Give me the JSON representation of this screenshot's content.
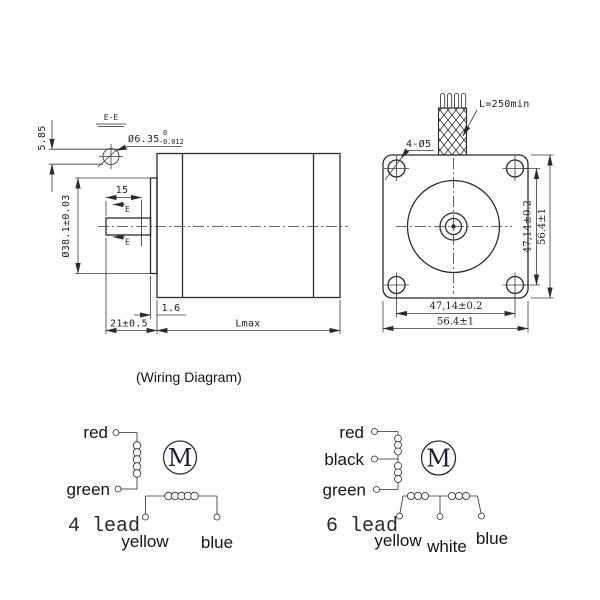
{
  "side_view": {
    "section_title": "E-E",
    "flat_height": "5.85",
    "shaft_dia": "Ø6.35",
    "shaft_tol_upper": "0",
    "shaft_tol_lower": "-0.012",
    "pilot_dia": "Ø38.1±0.03",
    "shaft_length": "15",
    "section_mark": "E",
    "boss_depth": "1.6",
    "front_length": "21±0.5",
    "body_length": "Lmax"
  },
  "front_view": {
    "lead_length": "L=250min",
    "mount_holes": "4-Ø5",
    "hole_spacing_v": "47,14±0.2",
    "body_size_v": "56.4±1",
    "hole_spacing_h": "47,14±0.2",
    "body_size_h": "56.4±1"
  },
  "wiring": {
    "title": "(Wiring Diagram)",
    "motor_symbol": "M",
    "four": {
      "label": "4 lead",
      "red": "red",
      "green": "green",
      "yellow": "yellow",
      "blue": "blue"
    },
    "six": {
      "label": "6 lead",
      "red": "red",
      "black": "black",
      "green": "green",
      "yellow": "yellow",
      "white": "white",
      "blue": "blue"
    }
  },
  "colors": {
    "background": "#ffffff",
    "line": "#2b2b2b",
    "text": "#222222",
    "motor_letter": "#1c2033"
  }
}
